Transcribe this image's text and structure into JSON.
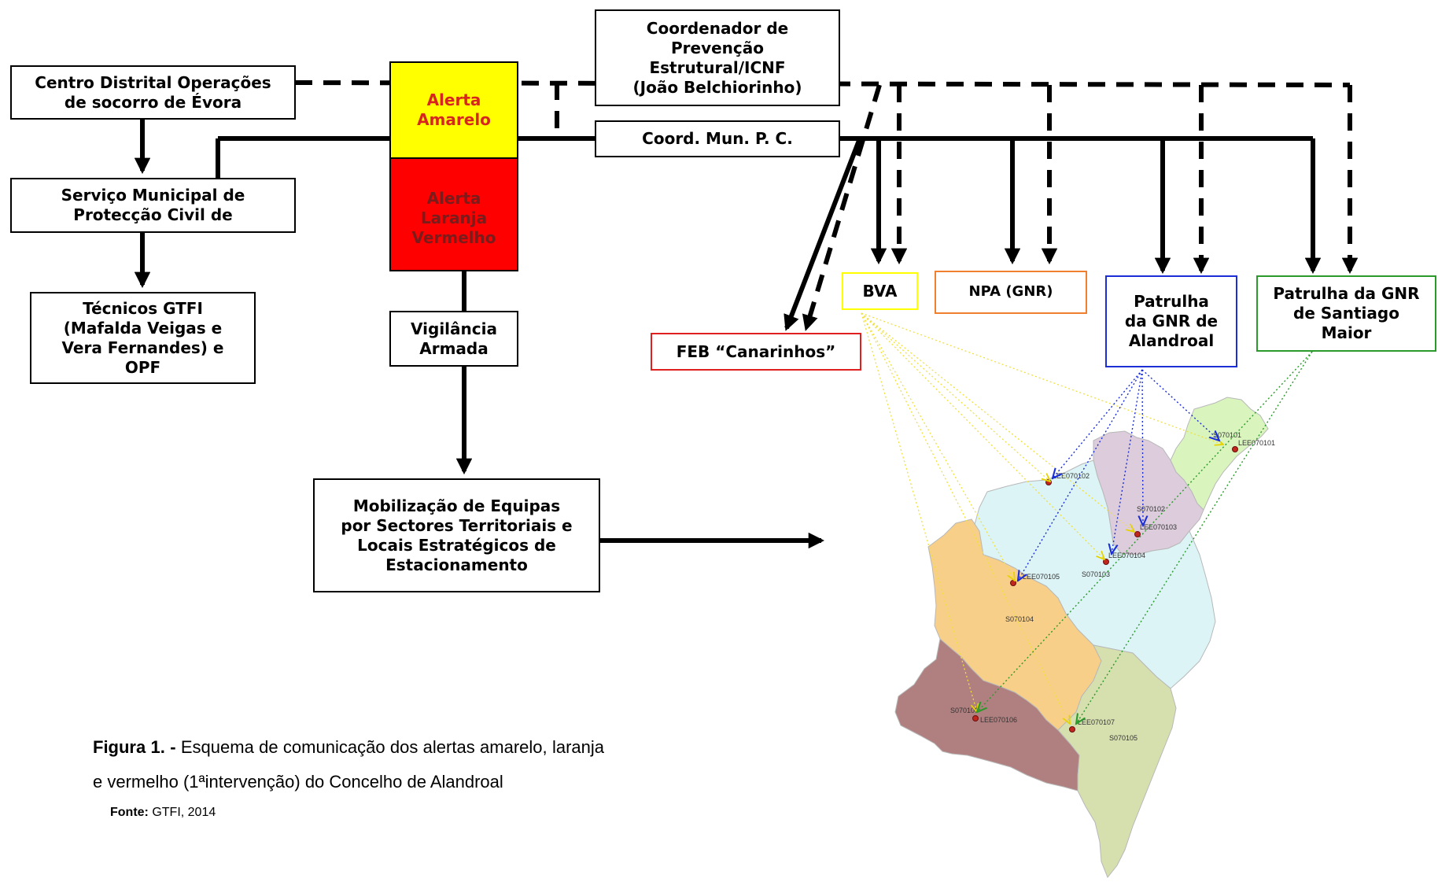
{
  "boxes": {
    "cdos": [
      "Centro Distrital Operações",
      "de socorro de Évora"
    ],
    "smpc": [
      "Serviço Municipal de",
      "Protecção Civil de"
    ],
    "tecnicos": [
      "Técnicos GTFI",
      "(Mafalda Veigas e",
      "Vera Fernandes) e",
      "OPF"
    ],
    "alerta_amarelo": [
      "Alerta",
      "Amarelo"
    ],
    "alerta_vermelho": [
      "Alerta",
      "Laranja",
      "Vermelho"
    ],
    "vigilancia": [
      "Vigilância",
      "Armada"
    ],
    "mobilizacao": [
      "Mobilização de Equipas",
      "por Sectores Territoriais e",
      "Locais Estratégicos de",
      "Estacionamento"
    ],
    "coordenador": [
      "Coordenador de",
      "Prevenção",
      "Estrutural/ICNF",
      "(João Belchiorinho)"
    ],
    "coord_mun": [
      "Coord. Mun. P. C."
    ],
    "bva": [
      "BVA"
    ],
    "npa": [
      "NPA (GNR)"
    ],
    "patrulha_alandroal": [
      "Patrulha",
      "da GNR de",
      "Alandroal"
    ],
    "patrulha_santiago": [
      "Patrulha da GNR",
      "de Santiago",
      "Maior"
    ],
    "feb": [
      "FEB “Canarinhos”"
    ]
  },
  "colors": {
    "amarelo": "#ffff00",
    "vermelho": "#ff0000",
    "feb_border": "#e0201e",
    "bva_border": "#ffff00",
    "npa_border": "#f07f30",
    "alandroal_border": "#1c2fd6",
    "santiago_border": "#2a9a2a",
    "sector_s070101": "#d9f5bd",
    "sector_s070102": "#dcccdc",
    "sector_s070103": "#dcf4f6",
    "sector_s070104": "#f8cf88",
    "sector_s070105": "#d6dfae",
    "sector_s070106": "#b07f7f"
  },
  "map_labels": {
    "s070101": "S070101",
    "lee070101": "LEE070101",
    "lee070102": "LEE070102",
    "s070102": "S070102",
    "lee070103": "LEE070103",
    "lee070104": "LEE070104",
    "s070103": "S070103",
    "lee070105": "LEE070105",
    "s070104": "S070104",
    "s070106": "S070106",
    "lee070106": "LEE070106",
    "lee070107": "LEE070107",
    "s070105": "S070105"
  },
  "caption": {
    "label": "Figura 1. -",
    "text": " Esquema de comunicação dos alertas amarelo, laranja e vermelho (1ªintervenção) do Concelho de Alandroal"
  },
  "source": {
    "label": "Fonte:",
    "text": " GTFI, 2014"
  }
}
